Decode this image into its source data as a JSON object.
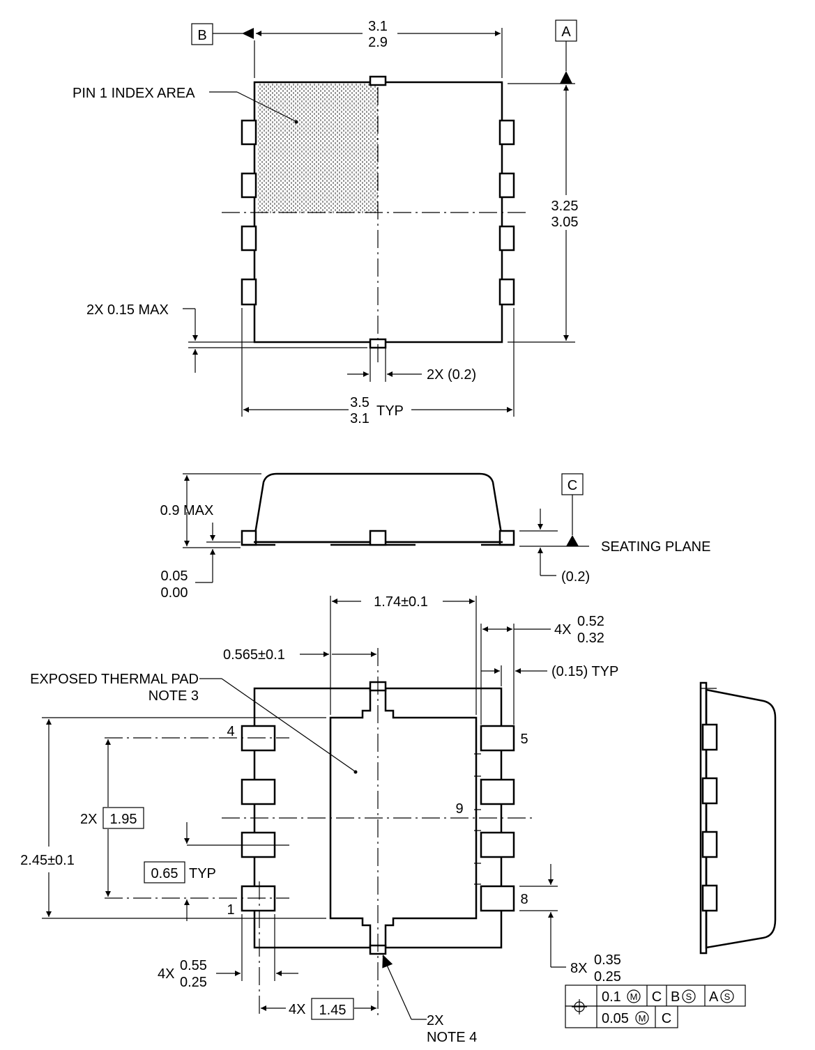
{
  "top_view": {
    "datum_b": "B",
    "datum_a": "A",
    "width_max": "3.1",
    "width_min": "2.9",
    "height_max": "3.25",
    "height_min": "3.05",
    "pin1_label": "PIN 1 INDEX AREA",
    "protrusion": "2X 0.15 MAX",
    "tab_width": "2X (0.2)",
    "span_max": "3.5",
    "span_min": "3.1",
    "span_suffix": "TYP"
  },
  "side_view": {
    "datum_c": "C",
    "height": "0.9 MAX",
    "standoff_max": "0.05",
    "standoff_min": "0.00",
    "seating_plane": "SEATING PLANE",
    "lead_thickness": "(0.2)"
  },
  "bottom_view": {
    "pad_width": "1.74±0.1",
    "pad_offset": "0.565±0.1",
    "lead_len_prefix": "4X",
    "lead_len_max": "0.52",
    "lead_len_min": "0.32",
    "tip": "(0.15) TYP",
    "thermal_pad": "EXPOSED THERMAL PAD",
    "thermal_note": "NOTE 3",
    "pad_height": "2.45±0.1",
    "row_prefix": "2X",
    "row_span": "1.95",
    "pitch": "0.65",
    "pitch_suffix": "TYP",
    "pin1": "1",
    "pin4": "4",
    "pin5": "5",
    "pin8": "8",
    "pin9": "9",
    "lead_w_prefix": "4X",
    "lead_w_max": "0.55",
    "lead_w_min": "0.25",
    "tab_prefix": "4X",
    "tab_span": "1.45",
    "note4_prefix": "2X",
    "note4": "NOTE 4",
    "width8_prefix": "8X",
    "width8_max": "0.35",
    "width8_min": "0.25"
  },
  "tolerance_frame": {
    "symbol": "position-icon",
    "row1": [
      "0.1",
      "C",
      "B",
      "A"
    ],
    "row2": [
      "0.05",
      "C"
    ]
  }
}
